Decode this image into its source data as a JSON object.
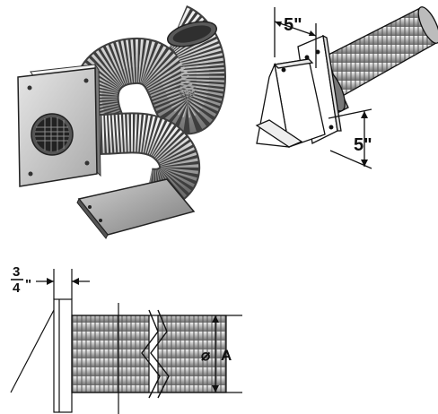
{
  "dimensions": {
    "top_width": "5\"",
    "side_height": "5\"",
    "wall_thickness_num": "3",
    "wall_thickness_den": "4",
    "wall_thickness_mark": "\"",
    "diameter_symbol": "⌀",
    "diameter_label": "A"
  },
  "colors": {
    "line": "#111111",
    "metal_light": "#d9d9d9",
    "metal_mid": "#a8a8a8",
    "metal_dark": "#6e6e6e",
    "paper": "#ffffff"
  }
}
